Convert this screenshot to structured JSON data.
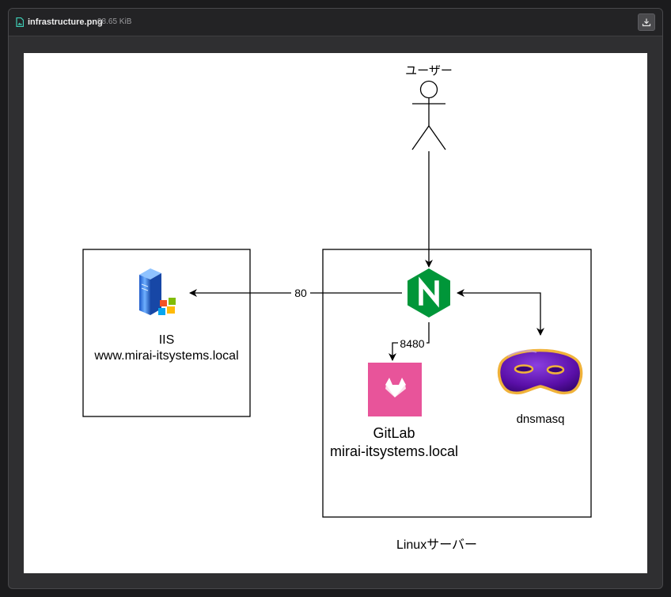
{
  "window": {
    "file_name": "infrastructure.png",
    "file_size": "98.65 KiB",
    "download_icon": "download-icon",
    "file_icon": "image-file-icon"
  },
  "diagram": {
    "user_label": "ユーザー",
    "iis": {
      "name": "IIS",
      "host": "www.mirai-itsystems.local",
      "icon": "windows-server-icon"
    },
    "nginx_icon": "nginx-icon",
    "port_iis": "80",
    "port_gitlab": "8480",
    "gitlab": {
      "name": "GitLab",
      "host": "mirai-itsystems.local",
      "icon": "gitlab-icon"
    },
    "dnsmasq": {
      "name": "dnsmasq",
      "icon": "dnsmasq-mask-icon"
    },
    "server_label": "Linuxサーバー",
    "colors": {
      "nginx": "#009639",
      "gitlab_bg": "#e8549a",
      "dnsmasq_mask": "#5a0fa8",
      "dnsmasq_rim": "#f0b23a"
    }
  }
}
